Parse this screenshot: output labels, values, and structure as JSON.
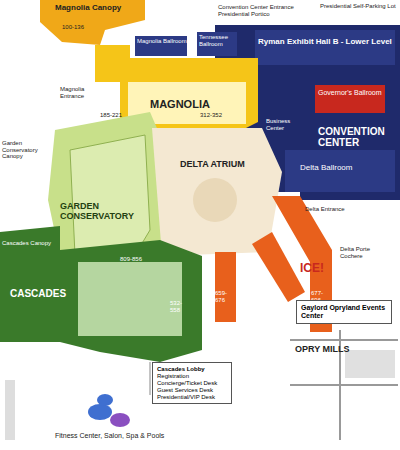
{
  "diagram": {
    "nodes": [
      {
        "text": [
          "Cascades Lobby",
          "Registration",
          "Concierge/Ticket Desk",
          "Guest Services Desk",
          "Presidential/VIP Desk"
        ]
      },
      {
        "text": [
          "Gaylord Opryland Events Center"
        ]
      }
    ],
    "labels": [
      "Magnolia Canopy",
      "100-136",
      "Magnolia Entrance",
      "Magnolia Ballroom",
      "Tennessee Ballroom",
      "Convention Center Entrance Presidential Portico",
      "Presidential Self-Parking Lot",
      "Ryman Exhibit Hall B - Lower Level",
      "Governor's Ballroom",
      "Business Center",
      "CONVENTION CENTER",
      "Delta Ballroom",
      "MAGNOLIA",
      "185-221",
      "312-352",
      "DELTA ATRIUM",
      "Garden Conservatory Canopy",
      "GARDEN CONSERVATORY",
      "Cascades Canopy",
      "CASCADES",
      "Delta Entrance",
      "Delta Porte Cochere",
      "Fitness Center, Salon, Spa & Pools",
      "ICE!",
      "OPRY MILLS",
      "532-558",
      "659-676",
      "677-696",
      "809-856"
    ]
  }
}
